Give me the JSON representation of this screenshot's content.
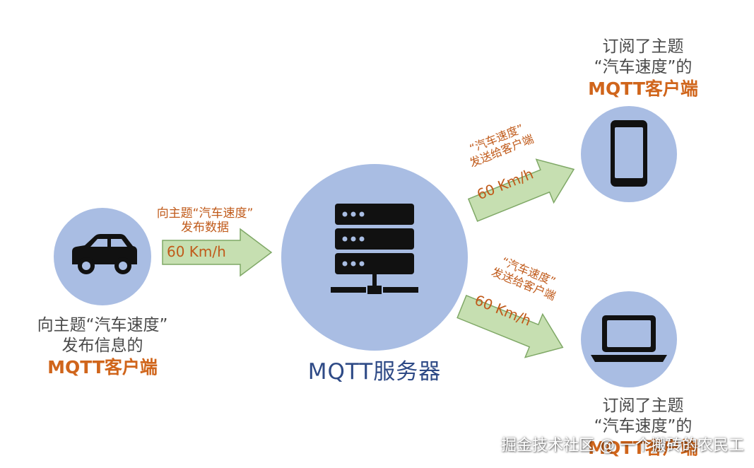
{
  "publisher": {
    "label_line1": "向主题“汽车速度”",
    "label_line2": "发布信息的",
    "label_brand": "MQTT客户端",
    "icon": "car-icon"
  },
  "publish_flow": {
    "caption_line1": "向主题“汽车速度”",
    "caption_line2": "发布数据",
    "speed": "60 Km/h"
  },
  "broker": {
    "name": "MQTT服务器",
    "icon": "server-icon"
  },
  "route_up": {
    "caption_line1": "“汽车速度”",
    "caption_line2": "发送给客户端",
    "speed": "60 Km/h"
  },
  "route_down": {
    "caption_line1": "“汽车速度”",
    "caption_line2": "发送给客户端",
    "speed": "60 Km/h"
  },
  "subscriber_phone": {
    "label_line1": "订阅了主题",
    "label_line2": "“汽车速度”的",
    "label_brand": "MQTT客户端",
    "icon": "phone-icon"
  },
  "subscriber_laptop": {
    "label_line1": "订阅了主题",
    "label_line2": "“汽车速度”的",
    "label_brand": "MQTT客户端",
    "icon": "laptop-icon"
  },
  "watermark": "掘金技术社区 @ 一个搬砖的农民工",
  "colors": {
    "node_fill": "#a9bde3",
    "arrow_fill": "#c6dfb1",
    "arrow_stroke": "#7fa866",
    "accent": "#d0651b",
    "broker_text": "#2e4a86",
    "icon": "#111111"
  }
}
